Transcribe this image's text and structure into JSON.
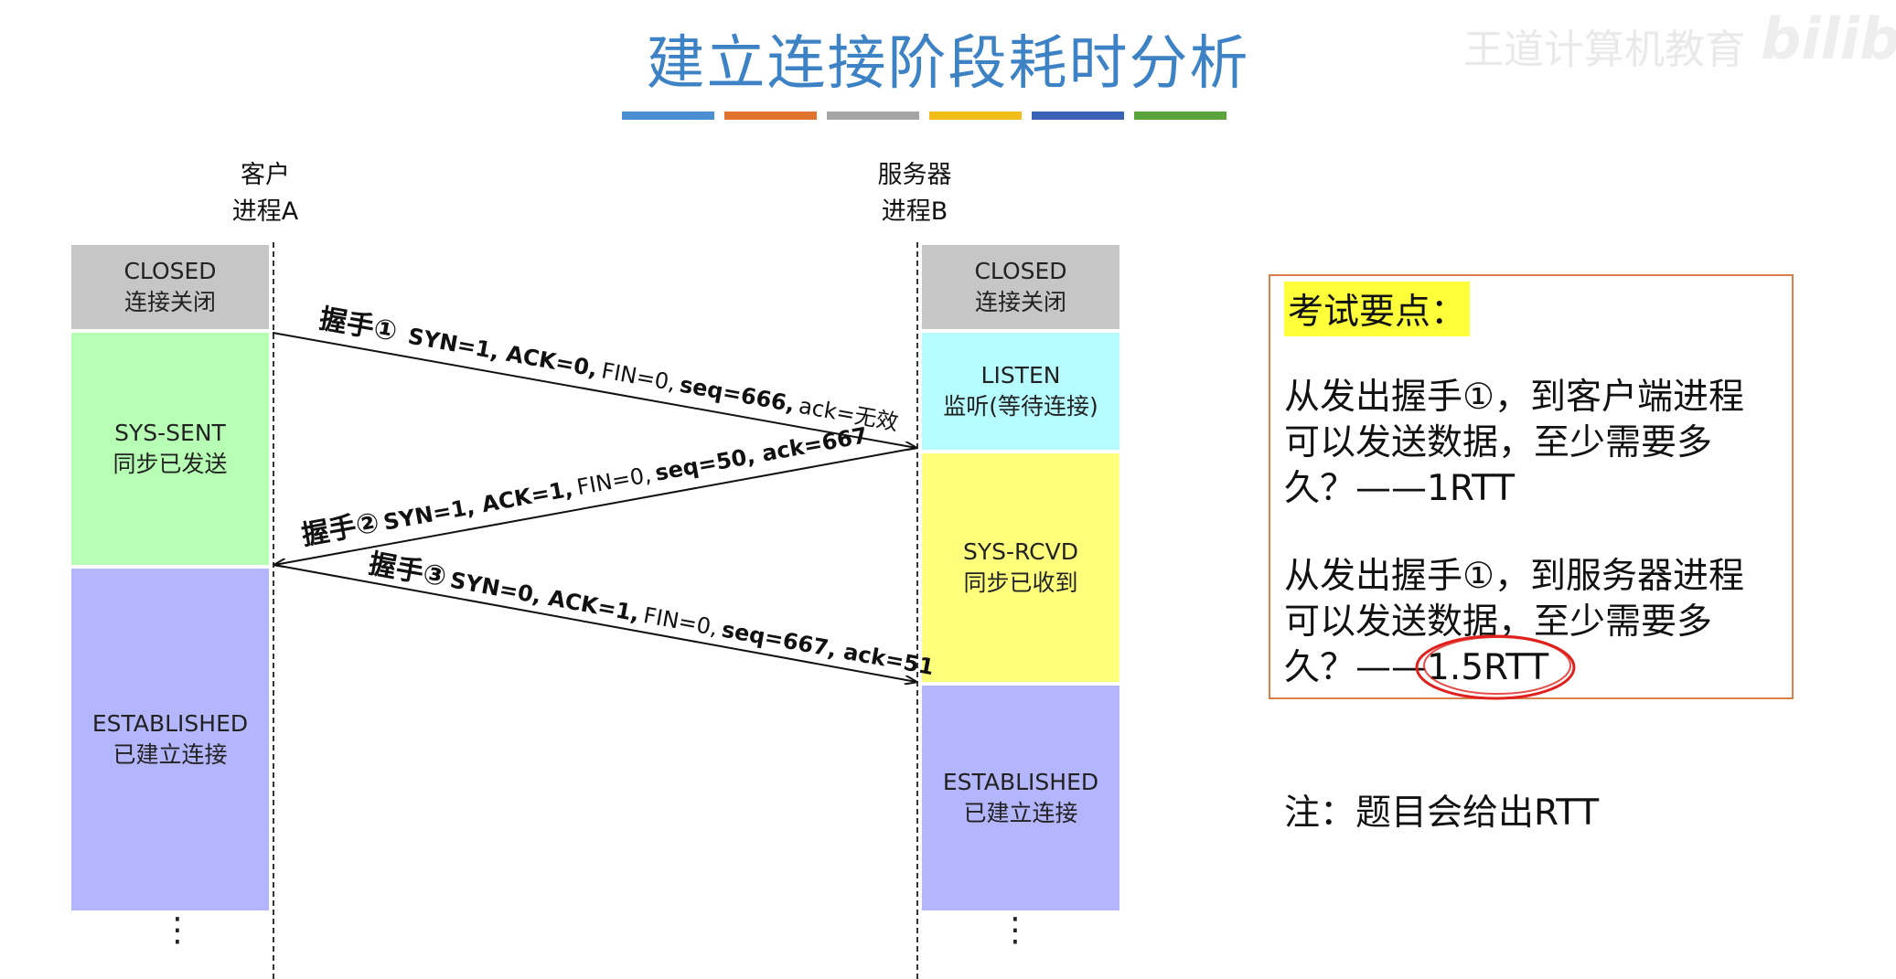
{
  "title": "建立连接阶段耗时分析",
  "watermark": "王道计算机教育",
  "watermark_logo": "bilibili",
  "color_bars": [
    "#4a8fd1",
    "#e0742f",
    "#a5a5a5",
    "#f2bd1a",
    "#3a63b8",
    "#5aa43c"
  ],
  "client": {
    "label_line1": "客户",
    "label_line2": "进程A",
    "states": [
      {
        "name": "CLOSED",
        "desc": "连接关闭",
        "color": "#c6c6c6"
      },
      {
        "name": "SYS-SENT",
        "desc": "同步已发送",
        "color": "#b6ffb4"
      },
      {
        "name": "ESTABLISHED",
        "desc": "已建立连接",
        "color": "#b3b5fd"
      }
    ],
    "dots": "⋮"
  },
  "server": {
    "label_line1": "服务器",
    "label_line2": "进程B",
    "states": [
      {
        "name": "CLOSED",
        "desc": "连接关闭",
        "color": "#c6c6c6"
      },
      {
        "name": "LISTEN",
        "desc": "监听(等待连接)",
        "color": "#b5fbff"
      },
      {
        "name": "SYS-RCVD",
        "desc": "同步已收到",
        "color": "#ffff7c"
      },
      {
        "name": "ESTABLISHED",
        "desc": "已建立连接",
        "color": "#b3b5fd"
      }
    ],
    "dots": "⋮"
  },
  "handshakes": [
    {
      "label": "握手①",
      "flags": "SYN=1, ACK=0,",
      "fin": " FIN=0,",
      "rest": " seq=666,",
      "ack": " ack=无效"
    },
    {
      "label": "握手②",
      "flags": " SYN=1, ACK=1,",
      "fin": " FIN=0,",
      "rest": " seq=50, ack=667",
      "ack": ""
    },
    {
      "label": "握手③",
      "flags": " SYN=0, ACK=1,",
      "fin": " FIN=0,",
      "rest": " seq=667, ack=51",
      "ack": ""
    }
  ],
  "exam": {
    "header": "考试要点：",
    "q1_lines": [
      "从发出握手①，到客户端进程",
      "可以发送数据，至少需要多",
      "久？——1RTT"
    ],
    "q2_lines": [
      "从发出握手①，到服务器进程",
      "可以发送数据，至少需要多",
      "久？——"
    ],
    "q2_answer": "1.5RTT",
    "note": "注：题目会给出RTT"
  }
}
